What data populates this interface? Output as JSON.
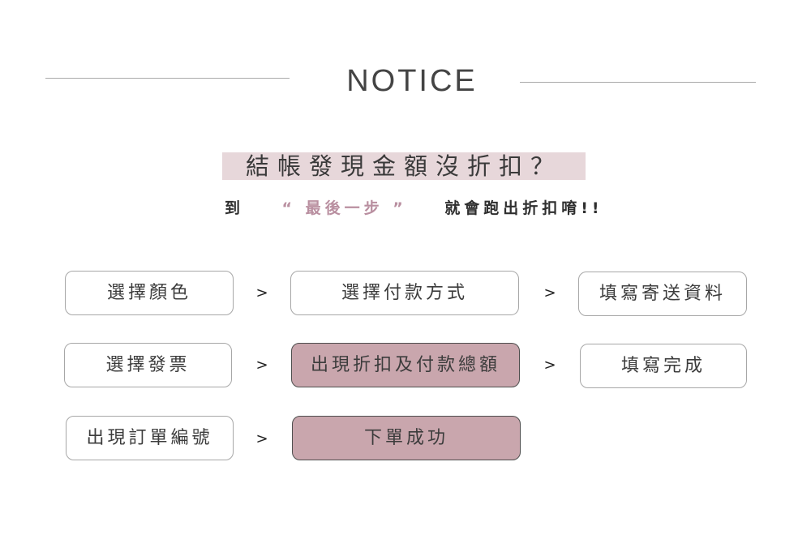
{
  "notice": {
    "title": "NOTICE"
  },
  "headline": {
    "text": "結帳發現金額沒折扣？"
  },
  "subline": {
    "prefix": "到",
    "highlight": "“ 最後一步 ”",
    "suffix": "就會跑出折扣唷!!"
  },
  "steps": [
    {
      "label": "選擇顏色",
      "filled": false
    },
    {
      "label": "選擇付款方式",
      "filled": false
    },
    {
      "label": "填寫寄送資料",
      "filled": false
    },
    {
      "label": "選擇發票",
      "filled": false
    },
    {
      "label": "出現折扣及付款總額",
      "filled": true
    },
    {
      "label": "填寫完成",
      "filled": false
    },
    {
      "label": "出現訂單編號",
      "filled": false
    },
    {
      "label": "下單成功",
      "filled": true
    }
  ],
  "arrow_glyph": ">"
}
